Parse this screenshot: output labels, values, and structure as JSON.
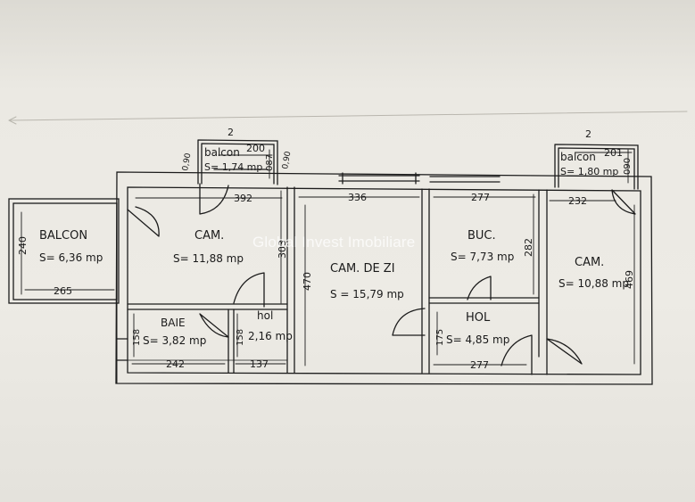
{
  "watermark": "Global Invest Imobiliare",
  "rooms": {
    "balcon_left": {
      "name": "BALCON",
      "area": "S= 6,36 mp",
      "dim_h": "265",
      "dim_v": "240"
    },
    "cam_left": {
      "name": "CAM.",
      "area": "S= 11,88 mp",
      "dim_h": "392",
      "dim_v": "303"
    },
    "balcon_top_left": {
      "name": "balcon",
      "area": "S= 1,74 mp",
      "dim_h": "200",
      "dim_v": "087"
    },
    "baie": {
      "name": "BAIE",
      "area": "S= 3,82 mp",
      "dim_h": "242",
      "dim_v": "158"
    },
    "hol_small": {
      "name": "hol",
      "area": "2,16 mp",
      "dim_h": "137",
      "dim_v": "158"
    },
    "cam_zi": {
      "name": "CAM. DE ZI",
      "area": "S = 15,79 mp",
      "dim_h": "336",
      "dim_v": "470"
    },
    "buc": {
      "name": "BUC.",
      "area": "S= 7,73 mp",
      "dim_h": "277",
      "dim_v": "282"
    },
    "hol": {
      "name": "HOL",
      "area": "S= 4,85 mp",
      "dim_h": "277",
      "dim_v": "175"
    },
    "cam_right": {
      "name": "CAM.",
      "area": "S= 10,88 mp",
      "dim_h": "232",
      "dim_v": "469"
    },
    "balcon_top_right": {
      "name": "balcon",
      "area": "S= 1,80 mp",
      "dim_h": "201",
      "dim_v": "090"
    }
  },
  "marks": {
    "two_left": "2",
    "two_right": "2",
    "small_left": "0,90",
    "small_mid": "0,90"
  }
}
